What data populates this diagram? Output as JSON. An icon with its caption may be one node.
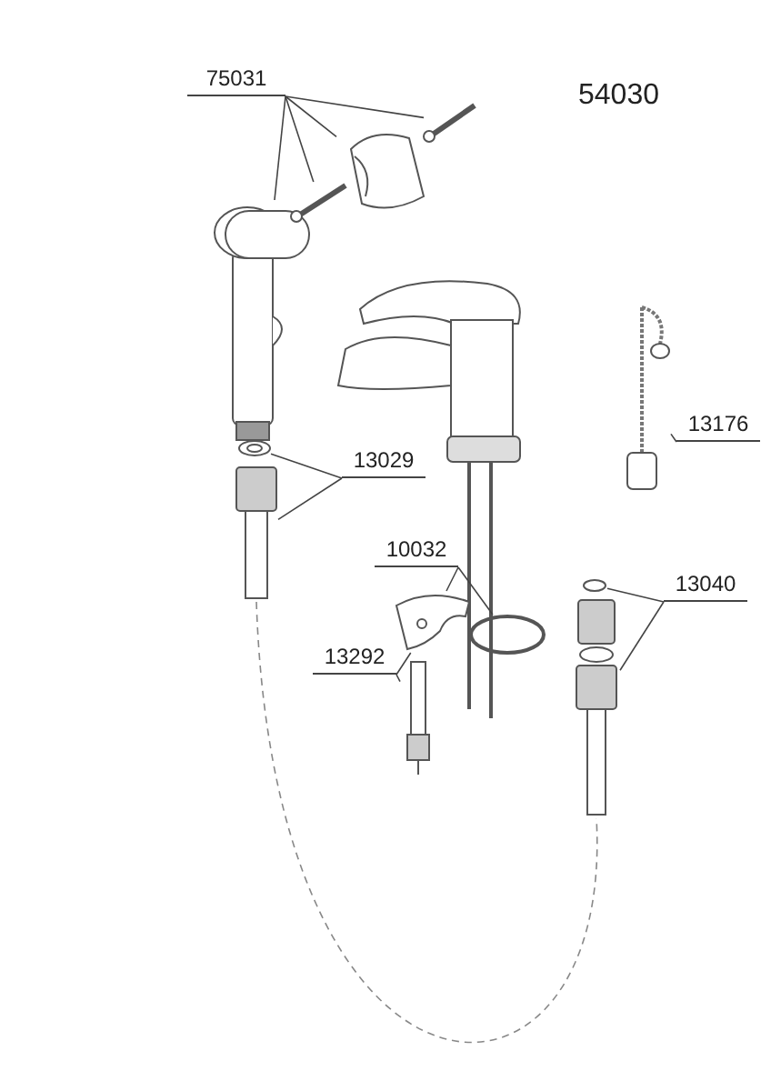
{
  "diagram": {
    "nodes": [
      {
        "text": [
          "75031"
        ]
      },
      {
        "text": [],
        "shape": "picture"
      },
      {
        "text": [],
        "shape": "picture"
      },
      {
        "text": [],
        "shape": "picture"
      },
      {
        "text": [],
        "shape": "picture"
      },
      {
        "text": [
          "13029"
        ]
      },
      {
        "text": [],
        "shape": "picture"
      },
      {
        "text": [],
        "shape": "picture"
      },
      {
        "text": [
          "13176"
        ]
      },
      {
        "text": [],
        "shape": "picture"
      },
      {
        "text": [
          "10032"
        ]
      },
      {
        "text": [],
        "shape": "circle"
      },
      {
        "text": [
          "13292"
        ]
      },
      {
        "text": [],
        "shape": "picture"
      },
      {
        "text": [],
        "shape": "picture"
      },
      {
        "text": [
          "13040"
        ]
      },
      {
        "text": [],
        "shape": "circle"
      },
      {
        "text": [],
        "shape": "picture"
      }
    ],
    "edges": [
      {
        "from": 0,
        "to": 1,
        "arrow": "none"
      },
      {
        "from": 0,
        "to": 3,
        "arrow": "none"
      },
      {
        "from": 0,
        "to": 2,
        "arrow": "none"
      },
      {
        "from": 0,
        "to": 4,
        "arrow": "none"
      },
      {
        "from": 5,
        "to": 6,
        "arrow": "none"
      },
      {
        "from": 5,
        "to": 7,
        "arrow": "none"
      },
      {
        "from": 8,
        "to": 9,
        "arrow": "none"
      },
      {
        "from": 10,
        "to": 13,
        "arrow": "none"
      },
      {
        "from": 10,
        "to": 11,
        "arrow": "none"
      },
      {
        "from": 12,
        "to": 13,
        "arrow": "none"
      },
      {
        "from": 12,
        "to": 14,
        "arrow": "none"
      },
      {
        "from": 15,
        "to": 16,
        "arrow": "none"
      },
      {
        "from": 15,
        "to": 17,
        "arrow": "none"
      },
      {
        "from": 7,
        "to": 17,
        "arrow": "none",
        "style": "dashed",
        "color": "#888888"
      }
    ],
    "labels": [
      "54030"
    ]
  }
}
